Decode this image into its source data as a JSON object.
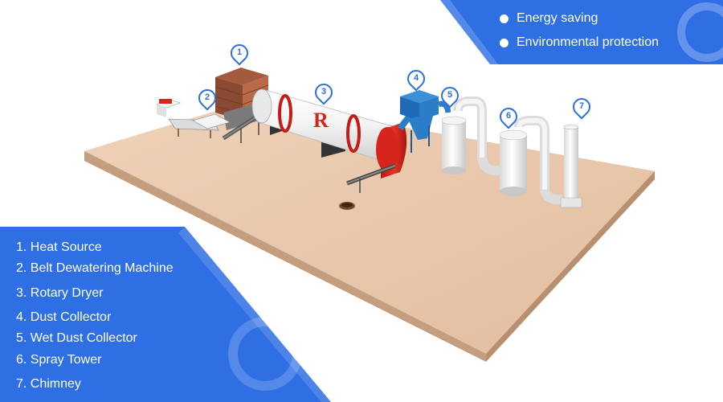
{
  "banner": {
    "features": [
      "Energy saving",
      "Environmental protection"
    ]
  },
  "legend": {
    "items": [
      "1. Heat Source",
      "2. Belt Dewatering Machine",
      "3. Rotary Dryer",
      "4. Dust Collector",
      "5. Wet Dust Collector",
      "6. Spray Tower",
      "7. Chimney"
    ]
  },
  "markers": [
    "1",
    "2",
    "3",
    "4",
    "5",
    "6",
    "7"
  ],
  "colors": {
    "panel_blue": "#2f6fe4",
    "floor": "#e6c4a8",
    "machine_red": "#d8251c",
    "machine_blue": "#2b7dc8",
    "machine_white": "#eeeeee"
  },
  "logo": {
    "text": "R"
  }
}
